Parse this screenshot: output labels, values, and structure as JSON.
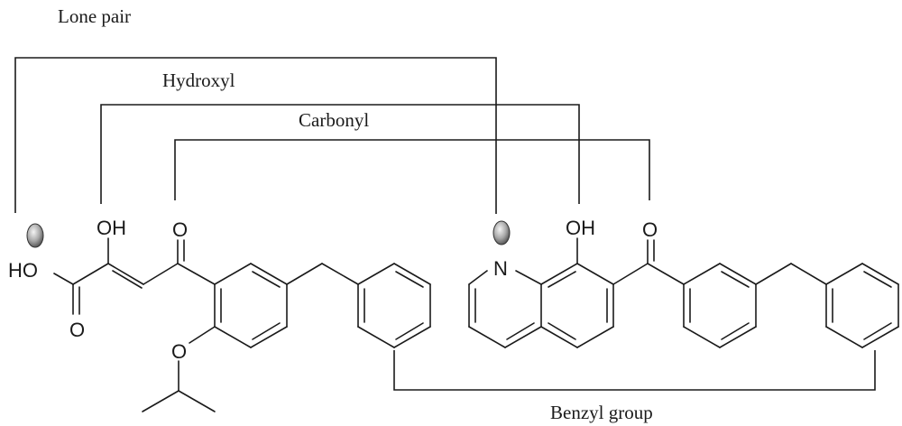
{
  "labels": {
    "lone_pair": "Lone pair",
    "hydroxyl": "Hydroxyl",
    "carbonyl": "Carbonyl",
    "benzyl_group": "Benzyl group"
  },
  "molecule_left": {
    "hydroxyl_oh": "OH",
    "acid_ho": "HO",
    "acid_o": "O",
    "ketone_o": "O",
    "ether_o": "O"
  },
  "molecule_right": {
    "nitrogen": "N",
    "hydroxyl_oh": "OH",
    "ketone_o": "O"
  },
  "colors": {
    "ink": "#1a1a1a",
    "lone_pair_fill": "#9a9a9a"
  }
}
